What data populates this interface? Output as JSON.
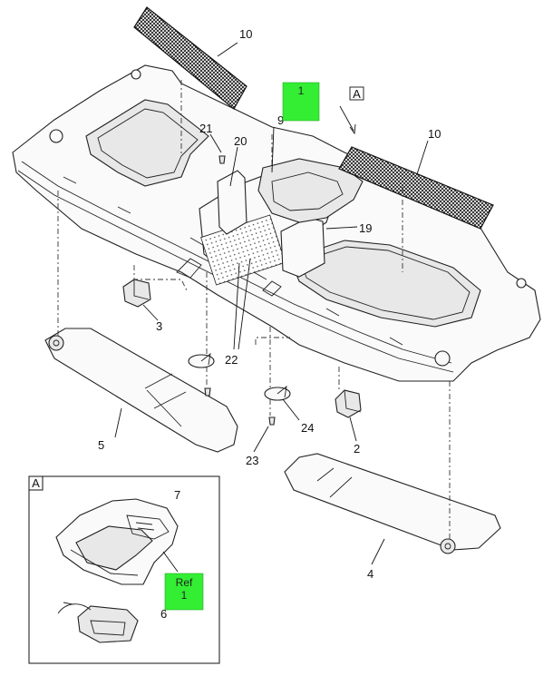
{
  "callouts": {
    "c10a": "10",
    "c10b": "10",
    "c21": "21",
    "c20": "20",
    "c9": "9",
    "c19": "19",
    "c3": "3",
    "c22": "22",
    "c5": "5",
    "c24": "24",
    "c23": "23",
    "c2": "2",
    "c4": "4",
    "c7": "7",
    "c6": "6"
  },
  "view_label": "A",
  "detail_label": "A",
  "ref_box_top": {
    "line1": "1"
  },
  "ref_box_detail": {
    "line1": "Ref",
    "line2": "1"
  },
  "colors": {
    "highlight": "#33ee33",
    "line": "#222222",
    "background": "#ffffff"
  }
}
